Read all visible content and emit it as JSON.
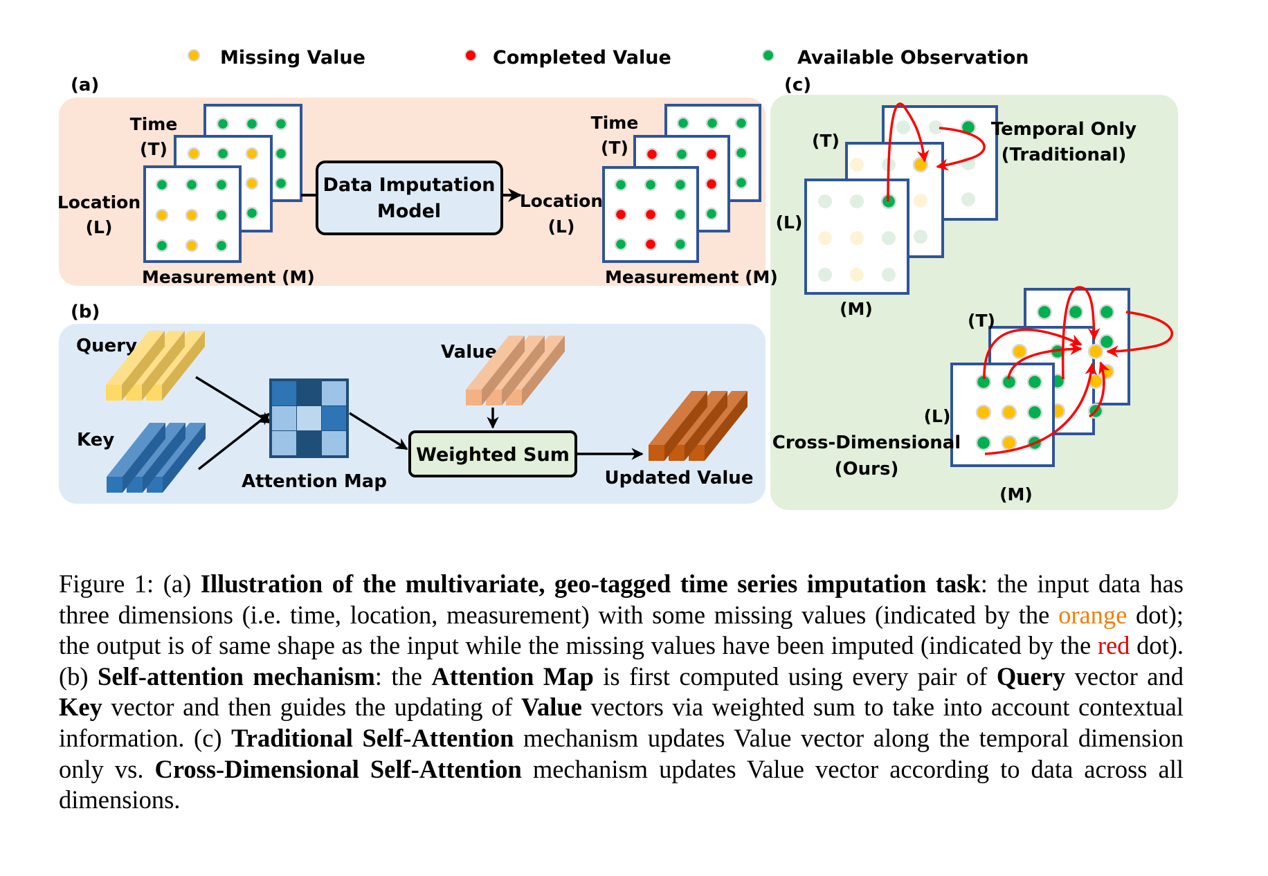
{
  "legend": [
    {
      "label": "Missing Value",
      "color": "#ffc000",
      "icon": "missing-value-dot-icon"
    },
    {
      "label": "Completed Value",
      "color": "#ff0000",
      "icon": "completed-value-dot-icon"
    },
    {
      "label": "Available Observation",
      "color": "#00b050",
      "icon": "available-observation-dot-icon"
    }
  ],
  "colors": {
    "missing": "#ffc000",
    "completed": "#ff0000",
    "available": "#00b050",
    "grid_border": "#2f5597",
    "panel_a_bg": "#fce4d6",
    "panel_b_bg": "#deebf7",
    "panel_c_bg": "#e2efda",
    "arrow_red": "#ff0000"
  },
  "panel_a": {
    "tag": "(a)",
    "input_labels": {
      "time": "Time",
      "time_abbr": "(T)",
      "location": "Location",
      "location_abbr": "(L)",
      "measurement": "Measurement (M)"
    },
    "model_box": {
      "line1": "Data Imputation",
      "line2": "Model"
    },
    "output_labels": {
      "time": "Time",
      "time_abbr": "(T)",
      "location": "Location",
      "location_abbr": "(L)",
      "measurement": "Measurement (M)"
    },
    "input_grids": [
      [
        [
          "A",
          "A",
          "A"
        ],
        [
          "A",
          "M",
          "A"
        ],
        [
          "M",
          "M",
          "A"
        ]
      ],
      [
        [
          "M",
          "A",
          "M"
        ],
        [
          "A",
          "M",
          "M"
        ],
        [
          "A",
          "M",
          "A"
        ]
      ],
      [
        [
          "A",
          "A",
          "A"
        ],
        [
          "M",
          "M",
          "A"
        ],
        [
          "A",
          "M",
          "A"
        ]
      ]
    ],
    "output_grids": [
      [
        [
          "A",
          "A",
          "A"
        ],
        [
          "A",
          "C",
          "A"
        ],
        [
          "C",
          "C",
          "A"
        ]
      ],
      [
        [
          "C",
          "A",
          "C"
        ],
        [
          "A",
          "C",
          "C"
        ],
        [
          "A",
          "C",
          "A"
        ]
      ],
      [
        [
          "A",
          "A",
          "A"
        ],
        [
          "C",
          "C",
          "A"
        ],
        [
          "A",
          "C",
          "A"
        ]
      ]
    ]
  },
  "panel_b": {
    "tag": "(b)",
    "query_label": "Query",
    "key_label": "Key",
    "value_label": "Value",
    "attention_label": "Attention Map",
    "weighted_sum_label": "Weighted Sum",
    "updated_label": "Updated Value",
    "attention_map": [
      [
        "#2e75b6",
        "#1f4e79",
        "#9dc3e6"
      ],
      [
        "#9dc3e6",
        "#bdd7ee",
        "#2e75b6"
      ],
      [
        "#9dc3e6",
        "#1f4e79",
        "#9dc3e6"
      ]
    ],
    "vector_colors": {
      "query": {
        "front": "#ffd966",
        "top": "#ffe08a",
        "side": "#d6b350"
      },
      "key": {
        "front": "#2e75b6",
        "top": "#5b93c9",
        "side": "#25609a"
      },
      "value": {
        "front": "#f4b183",
        "top": "#f7c4a0",
        "side": "#c9936d"
      },
      "updated": {
        "front": "#c55a11",
        "top": "#d27a40",
        "side": "#a0490d"
      }
    }
  },
  "panel_c": {
    "tag": "(c)",
    "top_labels": {
      "t": "(T)",
      "l": "(L)",
      "m": "(M)"
    },
    "top_title_line1": "Temporal Only",
    "top_title_line2": "(Traditional)",
    "bottom_labels": {
      "t": "(T)",
      "l": "(L)",
      "m": "(M)"
    },
    "bottom_title_line1": "Cross-Dimensional",
    "bottom_title_line2": "(Ours)",
    "top_grids": [
      [
        [
          "a",
          "a",
          "A"
        ],
        [
          "a",
          "a",
          "a"
        ],
        [
          "m",
          "m",
          "a"
        ]
      ],
      [
        [
          "m",
          "a",
          "M"
        ],
        [
          "m",
          "a",
          "m"
        ],
        [
          "a",
          "a",
          "a"
        ]
      ],
      [
        [
          "a",
          "a",
          "A"
        ],
        [
          "m",
          "m",
          "a"
        ],
        [
          "a",
          "m",
          "a"
        ]
      ]
    ],
    "bottom_grids": [
      [
        [
          "A",
          "A",
          "A"
        ],
        [
          "A",
          "A",
          "A"
        ],
        [
          "M",
          "M",
          "M"
        ]
      ],
      [
        [
          "M",
          "A",
          "M"
        ],
        [
          "A",
          "A",
          "M"
        ],
        [
          "A",
          "M",
          "A"
        ]
      ],
      [
        [
          "A",
          "A",
          "A"
        ],
        [
          "M",
          "M",
          "A"
        ],
        [
          "A",
          "M",
          "A"
        ]
      ]
    ]
  },
  "caption": {
    "segments": [
      {
        "t": "Figure 1:  (a) ",
        "s": "plain"
      },
      {
        "t": "Illustration of the multivariate, geo-tagged time series imputation task",
        "s": "bold"
      },
      {
        "t": ": the input data has three dimensions (i.e. time, location, measurement) with some missing values (indicated by the ",
        "s": "plain"
      },
      {
        "t": "orange",
        "s": "orange"
      },
      {
        "t": " dot); the output is of same shape as the input while the missing values have been imputed (indicated by the ",
        "s": "plain"
      },
      {
        "t": "red",
        "s": "red"
      },
      {
        "t": " dot). (b) ",
        "s": "plain"
      },
      {
        "t": "Self-attention mechanism",
        "s": "bold"
      },
      {
        "t": ": the ",
        "s": "plain"
      },
      {
        "t": "Attention Map",
        "s": "bold"
      },
      {
        "t": " is first computed using every pair of ",
        "s": "plain"
      },
      {
        "t": "Query",
        "s": "bold"
      },
      {
        "t": " vector and ",
        "s": "plain"
      },
      {
        "t": "Key",
        "s": "bold"
      },
      {
        "t": " vector and then guides the updating of ",
        "s": "plain"
      },
      {
        "t": "Value",
        "s": "bold"
      },
      {
        "t": " vectors via weighted sum to take into account contextual information. (c) ",
        "s": "plain"
      },
      {
        "t": "Traditional Self-Attention",
        "s": "bold"
      },
      {
        "t": " mechanism updates Value vector along the temporal dimension only vs. ",
        "s": "plain"
      },
      {
        "t": "Cross-Dimensional Self-Attention",
        "s": "bold"
      },
      {
        "t": " mechanism updates Value vector according to data across all dimensions.",
        "s": "plain"
      }
    ]
  }
}
